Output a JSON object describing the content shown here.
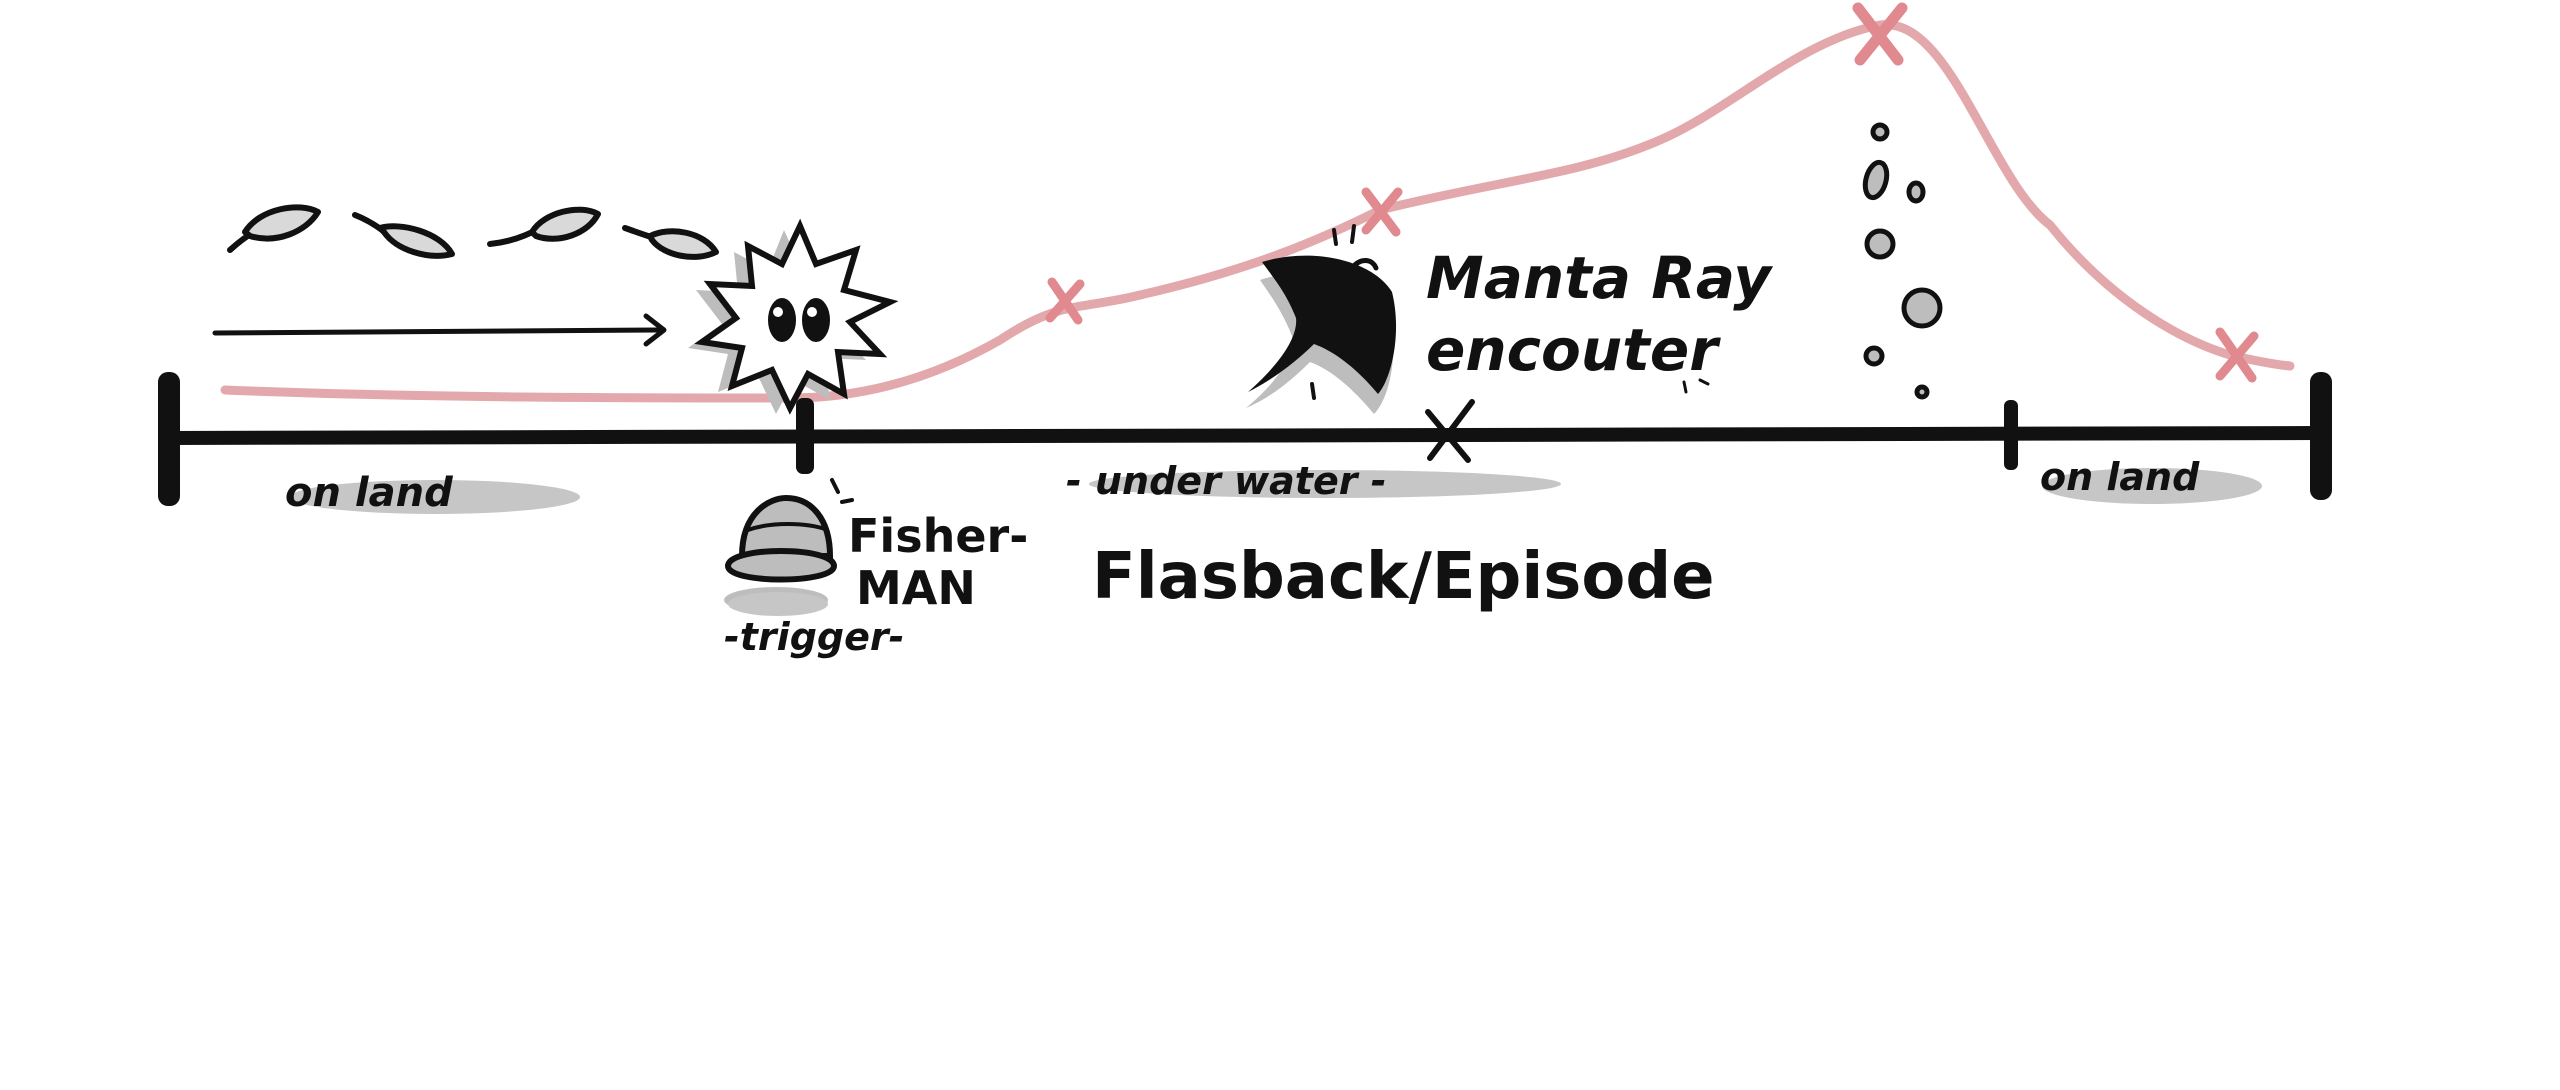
{
  "colors": {
    "ink": "#111111",
    "curve": "#e3a8ab",
    "marker": "#e08a90",
    "shade": "#bdbdbd",
    "background": "#ffffff"
  },
  "labels": {
    "on_land_left": "on   land",
    "under_water": "- under   water -",
    "on_land_right": "on land",
    "fisherman_line1": "Fisher-",
    "fisherman_line2": "MAN",
    "trigger": "-trigger-",
    "flashback": "Flasback/Episode",
    "manta_line1": "Manta Ray",
    "manta_line2": "encouter"
  },
  "icons": [
    "leaf-icon",
    "arrow-right-icon",
    "sea-urchin-icon",
    "fisherman-hat-icon",
    "manta-ray-icon",
    "bubbles-icon",
    "cross-marker-icon"
  ]
}
